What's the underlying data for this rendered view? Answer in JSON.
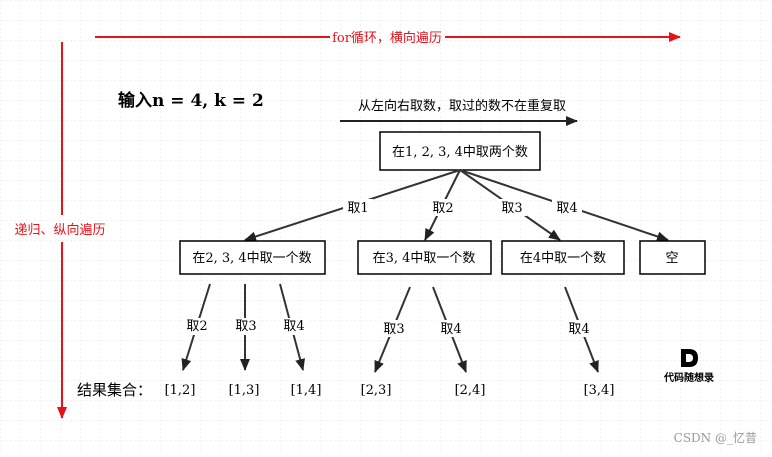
{
  "top_arrow_label": "for循环，横向遍历",
  "left_arrow_label": "递归、纵向遍历",
  "input_label": "输入n = 4, k = 2",
  "direction_label": "从左向右取数，取过的数不在重复取",
  "root": "在1, 2, 3, 4中取两个数",
  "level1_nodes": [
    "在2, 3, 4中取一个数",
    "在3, 4中取一个数",
    "在4中取一个数",
    "空"
  ],
  "level1_edge_labels": [
    "取1",
    "取2",
    "取3",
    "取4"
  ],
  "level2_edge_labels": [
    "取2",
    "取3",
    "取4",
    "取3",
    "取4",
    "取4"
  ],
  "result_label": "结果集合：",
  "results": [
    "[1,2]",
    "[1,3]",
    "[1,4]",
    "[2,3]",
    "[2,4]",
    "[3,4]"
  ],
  "logo_text": "代码随想录",
  "watermark": "CSDN @_忆昔",
  "colors": {
    "red": "#e8121a",
    "black": "#000000",
    "grid": "#e6e6e6",
    "edge": "#333333"
  }
}
